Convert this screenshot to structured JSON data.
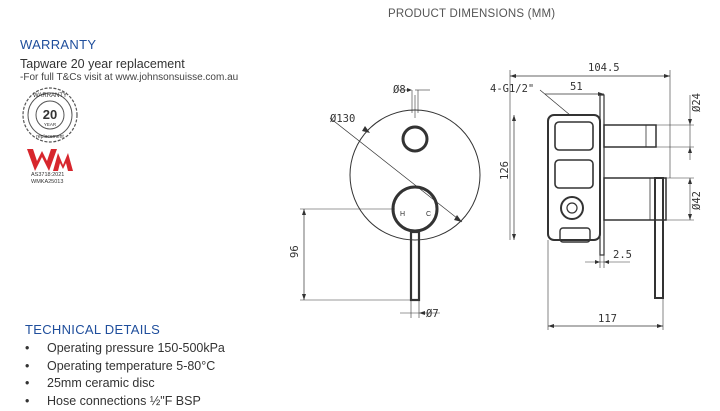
{
  "page_title": "PRODUCT DIMENSIONS (MM)",
  "warranty": {
    "heading": "WARRANTY",
    "line": "Tapware 20 year replacement",
    "note": "-For full T&Cs visit at www.johnsonsuisse.com.au",
    "badge": {
      "top": "WARRANTY",
      "number": "20",
      "unit": "YEAR",
      "bottom": "replacement"
    },
    "wm": {
      "codes": [
        "AS3718:2021",
        "WMKA25013"
      ],
      "logo_color": "#d7262d"
    }
  },
  "technical": {
    "heading": "TECHNICAL DETAILS",
    "bullet": "•",
    "items": [
      "Operating pressure 150-500kPa",
      "Operating temperature 5-80°C",
      "25mm ceramic disc",
      "Hose connections ½\"F BSP"
    ]
  },
  "dimensions": {
    "front": {
      "dia_small_top": "Ø8",
      "plate_dia": "Ø130",
      "height": "96",
      "dia_lever": "Ø7",
      "label_h": "H",
      "label_c": "C"
    },
    "side": {
      "thread": "4-G1/2\"",
      "overall_top": "104.5",
      "depth_51": "51",
      "height_126": "126",
      "dia_24": "Ø24",
      "dia_42": "Ø42",
      "plate_2_5": "2.5",
      "overall_bottom": "117"
    }
  },
  "colors": {
    "heading_blue": "#1f4e9c",
    "line": "#333333",
    "wm_red": "#d7262d"
  }
}
